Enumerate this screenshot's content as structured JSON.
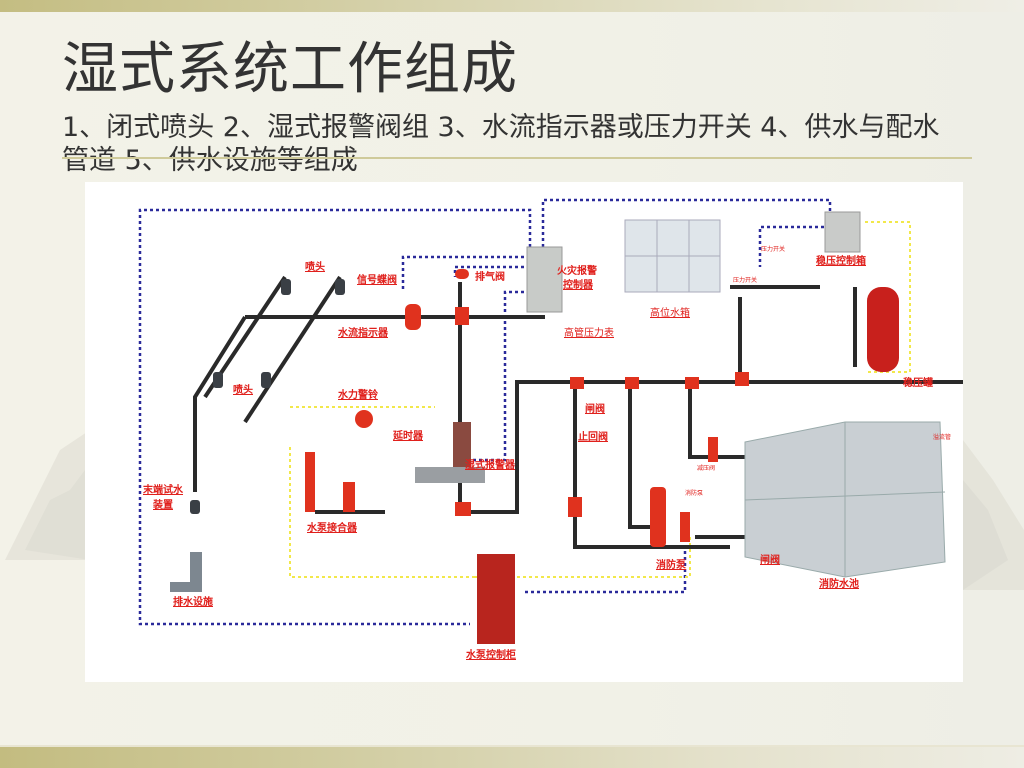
{
  "slide": {
    "title": "湿式系统工作组成",
    "subtitle": "1、闭式喷头 2、湿式报警阀组 3、水流指示器或压力开关 4、供水与配水管道 5、供水设施等组成"
  },
  "diagram": {
    "labels": {
      "sprinkler_top": "喷头",
      "sprinkler_bottom": "喷头",
      "signal_butterfly_valve": "信号蝶阀",
      "exhaust_valve": "排气阀",
      "fire_alarm_controller_line1": "火灾报警",
      "fire_alarm_controller_line2": "控制器",
      "water_flow_indicator": "水流指示器",
      "high_tank_pressure_gauge": "高管压力表",
      "high_level_tank": "高位水箱",
      "pressure_control_box": "稳压控制箱",
      "pressure_tank": "稳压罐",
      "hydraulic_alarm_bell": "水力警铃",
      "delay_device": "延时器",
      "wet_alarm_valve": "湿式报警器",
      "end_test_device_line1": "末端试水",
      "end_test_device_line2": "装置",
      "pump_adapter": "水泵接合器",
      "gate_valve_1": "闸阀",
      "check_valve": "止回阀",
      "fire_pump": "消防泵",
      "gate_valve_2": "闸阀",
      "fire_water_pool": "消防水池",
      "drainage_facility": "排水设施",
      "pump_control_cabinet": "水泵控制柜",
      "pressure_switch_small_1": "压力开关",
      "pressure_switch_small_2": "压力开关",
      "reducing_valve_small": "减压阀",
      "overflow_small": "溢流管",
      "pump_small": "消防泵"
    },
    "colors": {
      "label_red": "#e0201c",
      "pipe": "#2a2a2a",
      "fitting_red": "#e0321e",
      "signal_line_blue": "#2a2a9a",
      "power_line_yellow": "#f2e84a",
      "tank_steel": "#c9cfd3"
    }
  }
}
